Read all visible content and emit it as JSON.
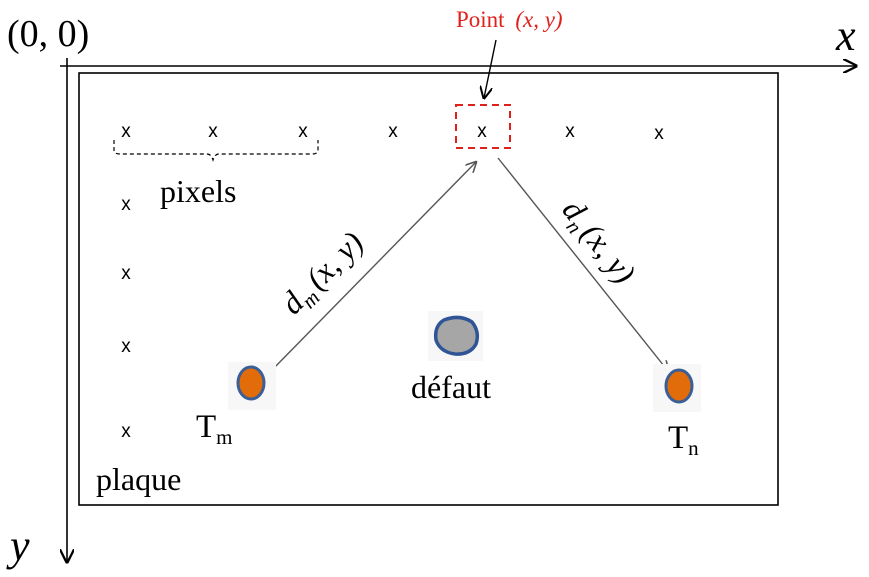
{
  "origin_label": "(0, 0)",
  "axes": {
    "x_label": "x",
    "y_label": "y"
  },
  "point_callout": {
    "word": "Point",
    "coords": "(x, y)"
  },
  "pixel_marker": "x",
  "labels": {
    "pixels": "pixels",
    "defect": "défaut",
    "plate": "plaque"
  },
  "distance_m": {
    "d": "d",
    "sub": "m",
    "args": "(x, y)"
  },
  "distance_n": {
    "d": "d",
    "sub": "n",
    "args": "(x, y)"
  },
  "transducer_m": {
    "letter": "T",
    "sub": "m"
  },
  "transducer_n": {
    "letter": "T",
    "sub": "n"
  },
  "colors": {
    "callout_red": "#e0201b",
    "transducer_fill": "#e36c0a",
    "transducer_stroke": "#3a5f97",
    "defect_fill": "#a6a6a6",
    "defect_stroke": "#2f5597",
    "arrow_gray": "#555555"
  }
}
